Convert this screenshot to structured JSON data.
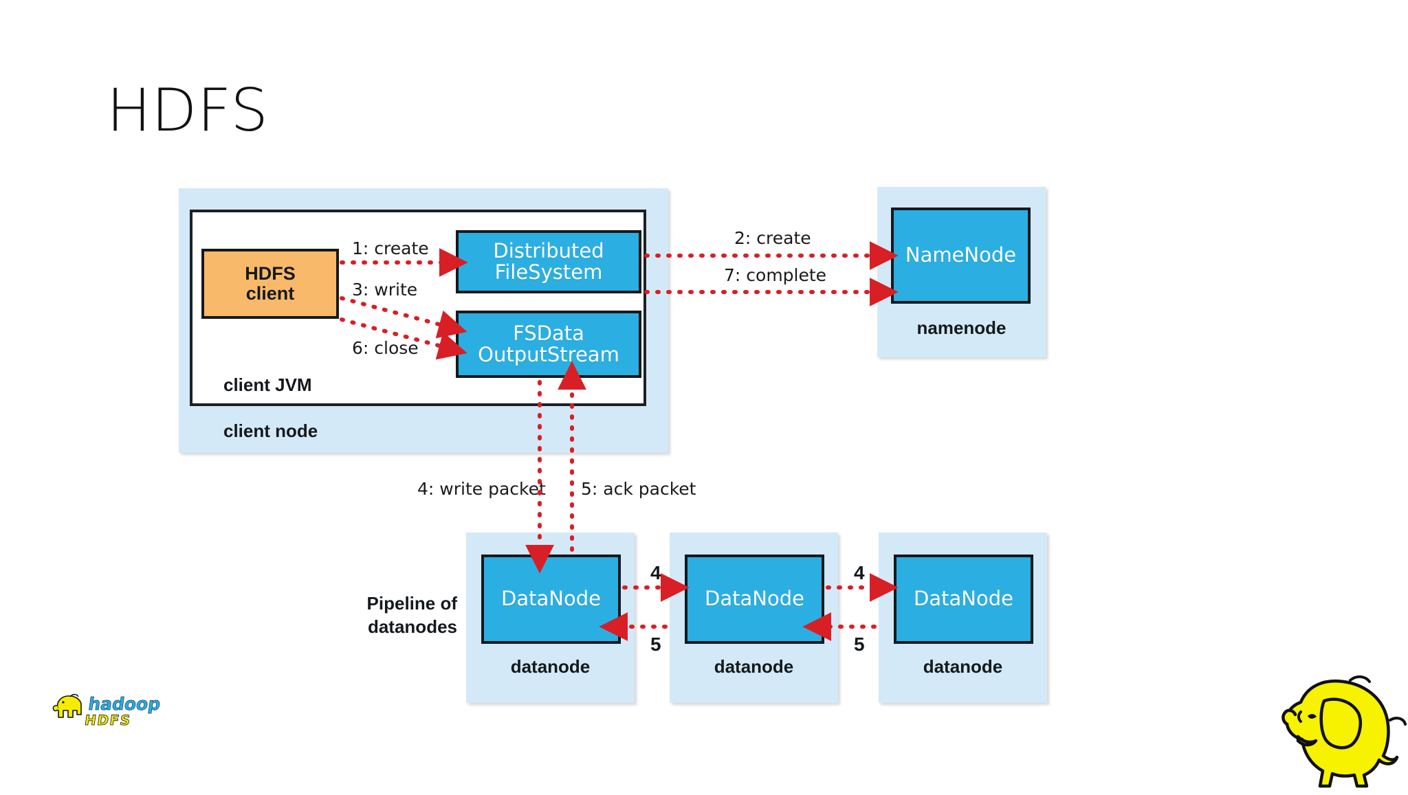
{
  "slide": {
    "title": "HDFS",
    "background_color": "#ffffff"
  },
  "colors": {
    "container_blue": "#d4e9f7",
    "box_blue": "#2bafe2",
    "box_orange": "#f8b96a",
    "arrow_red": "#d81f26",
    "border_dark": "#15191d",
    "logo_yellow": "#f5ec00",
    "logo_text_blue": "#2bace2"
  },
  "diagram": {
    "client_node": {
      "container_label": "client node",
      "jvm_label": "client JVM",
      "client_box": "HDFS\nclient",
      "client_box_line1": "HDFS",
      "client_box_line2": "client",
      "dfs_box_line1": "Distributed",
      "dfs_box_line2": "FileSystem",
      "fsdata_box_line1": "FSData",
      "fsdata_box_line2": "OutputStream"
    },
    "namenode": {
      "box_label": "NameNode",
      "container_label": "namenode"
    },
    "pipeline_label_line1": "Pipeline of",
    "pipeline_label_line2": "datanodes",
    "datanodes": [
      {
        "box_label": "DataNode",
        "container_label": "datanode"
      },
      {
        "box_label": "DataNode",
        "container_label": "datanode"
      },
      {
        "box_label": "DataNode",
        "container_label": "datanode"
      }
    ],
    "edges": [
      {
        "id": "e1",
        "label": "1: create"
      },
      {
        "id": "e3",
        "label": "3: write"
      },
      {
        "id": "e6",
        "label": "6: close"
      },
      {
        "id": "e2",
        "label": "2: create"
      },
      {
        "id": "e7",
        "label": "7: complete"
      },
      {
        "id": "e4",
        "label": "4: write packet"
      },
      {
        "id": "e5",
        "label": "5: ack packet"
      },
      {
        "id": "e4a",
        "label": "4"
      },
      {
        "id": "e5a",
        "label": "5"
      },
      {
        "id": "e4b",
        "label": "4"
      },
      {
        "id": "e5b",
        "label": "5"
      }
    ]
  },
  "logos": {
    "hadoop_hdfs": {
      "word_primary": "hadoop",
      "word_secondary": "HDFS",
      "icon": "hadoop-elephant-logo"
    },
    "mascot": {
      "icon": "hadoop-elephant-mascot"
    }
  }
}
